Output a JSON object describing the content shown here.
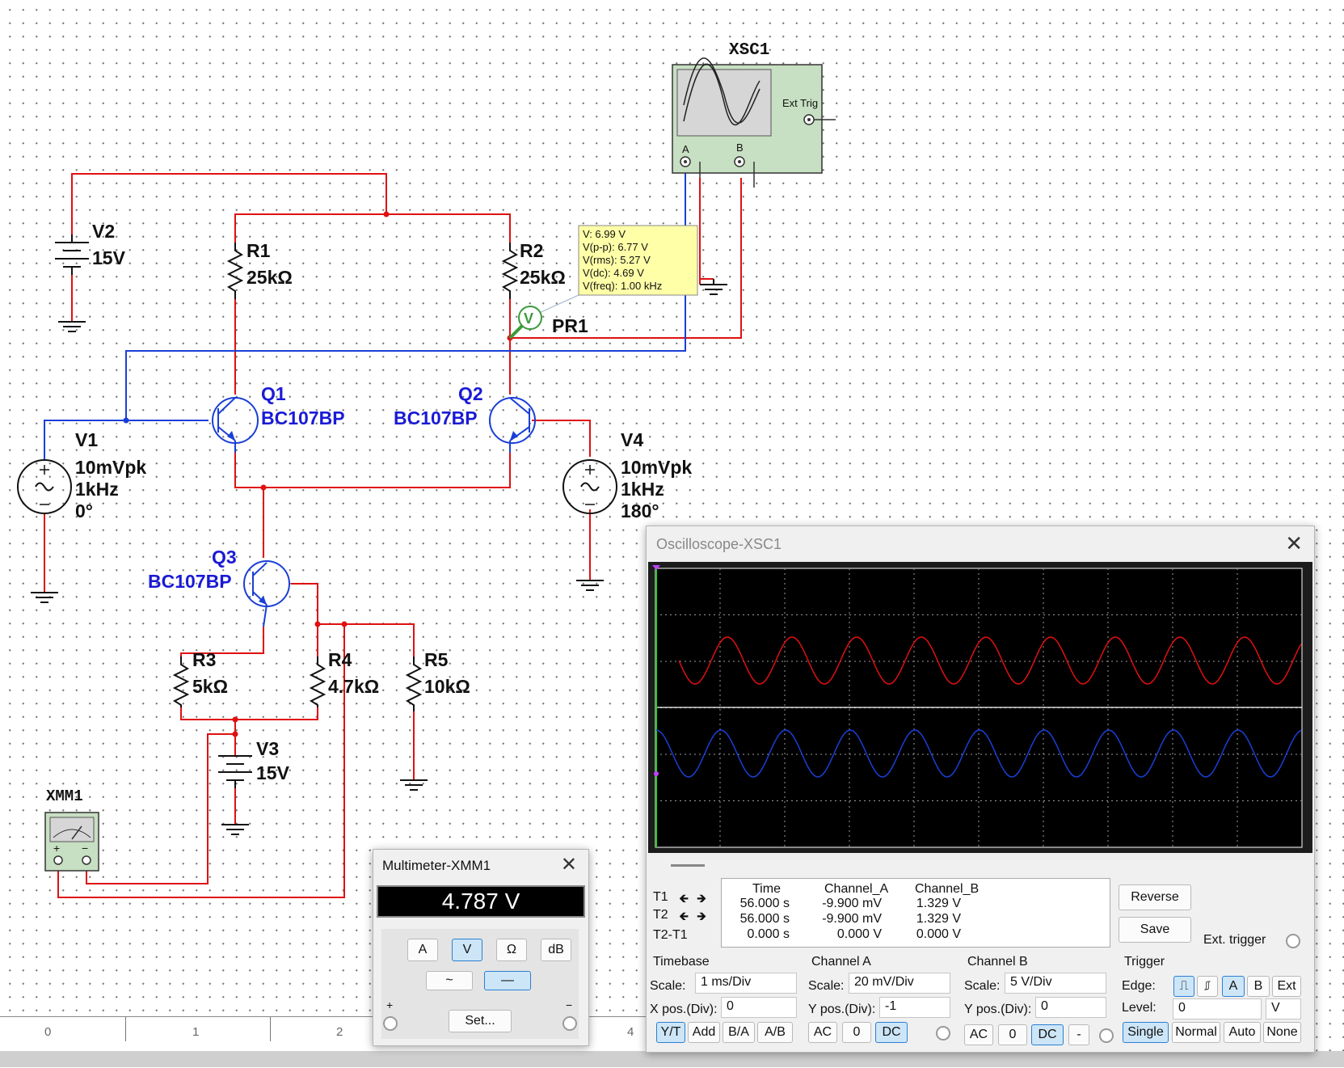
{
  "schematic": {
    "components": {
      "xsc1": "XSC1",
      "ext_trig": "Ext Trig",
      "channel_a": "A",
      "channel_b": "B",
      "v2_name": "V2",
      "v2_value": "15V",
      "r1_name": "R1",
      "r1_value": "25kΩ",
      "r2_name": "R2",
      "r2_value": "25kΩ",
      "pr1": "PR1",
      "q1_name": "Q1",
      "q1_model": "BC107BP",
      "q2_name": "Q2",
      "q2_model": "BC107BP",
      "q3_name": "Q3",
      "q3_model": "BC107BP",
      "v1_name": "V1",
      "v1_amp": "10mVpk",
      "v1_freq": "1kHz",
      "v1_phase": "0°",
      "v4_name": "V4",
      "v4_amp": "10mVpk",
      "v4_freq": "1kHz",
      "v4_phase": "180°",
      "r3_name": "R3",
      "r3_value": "5kΩ",
      "r4_name": "R4",
      "r4_value": "4.7kΩ",
      "r5_name": "R5",
      "r5_value": "10kΩ",
      "v3_name": "V3",
      "v3_value": "15V",
      "xmm1": "XMM1"
    },
    "probe_tooltip": [
      "V: 6.99 V",
      "V(p-p): 6.77 V",
      "V(rms): 5.27 V",
      "V(dc): 4.69 V",
      "V(freq): 1.00 kHz"
    ],
    "ruler_labels": [
      "0",
      "1",
      "2",
      "4"
    ]
  },
  "oscilloscope": {
    "title": "Oscilloscope-XSC1",
    "trace_colors": {
      "channel_a": "#e01010",
      "channel_b": "#1a3fd6"
    },
    "readout": {
      "headers": [
        "Time",
        "Channel_A",
        "Channel_B"
      ],
      "t1_label": "T1",
      "t2_label": "T2",
      "t2t1_label": "T2-T1",
      "t1": [
        "56.000 s",
        "-9.900 mV",
        "1.329 V"
      ],
      "t2": [
        "56.000 s",
        "-9.900 mV",
        "1.329 V"
      ],
      "t2t1": [
        "0.000 s",
        "0.000 V",
        "0.000 V"
      ]
    },
    "reverse_label": "Reverse",
    "save_label": "Save",
    "ext_trigger_label": "Ext. trigger",
    "timebase": {
      "title": "Timebase",
      "scale_label": "Scale:",
      "scale_value": "1 ms/Div",
      "xpos_label": "X pos.(Div):",
      "xpos_value": "0",
      "modes": [
        "Y/T",
        "Add",
        "B/A",
        "A/B"
      ]
    },
    "channel_a": {
      "title": "Channel A",
      "scale_label": "Scale:",
      "scale_value": "20 mV/Div",
      "ypos_label": "Y pos.(Div):",
      "ypos_value": "-1",
      "coupling": [
        "AC",
        "0",
        "DC"
      ]
    },
    "channel_b": {
      "title": "Channel B",
      "scale_label": "Scale:",
      "scale_value": "5  V/Div",
      "ypos_label": "Y pos.(Div):",
      "ypos_value": "0",
      "coupling": [
        "AC",
        "0",
        "DC",
        "-"
      ]
    },
    "trigger": {
      "title": "Trigger",
      "edge_label": "Edge:",
      "sources": [
        "A",
        "B",
        "Ext"
      ],
      "level_label": "Level:",
      "level_value": "0",
      "level_unit": "V",
      "modes": [
        "Single",
        "Normal",
        "Auto",
        "None"
      ]
    }
  },
  "multimeter": {
    "title": "Multimeter-XMM1",
    "reading": "4.787 V",
    "modes": [
      "A",
      "V",
      "Ω",
      "dB"
    ],
    "ac_symbol": "~",
    "dc_symbol": "—",
    "plus": "+",
    "minus": "−",
    "set_label": "Set..."
  }
}
